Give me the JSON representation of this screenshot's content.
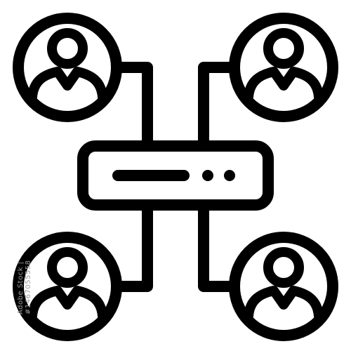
{
  "icon": {
    "name": "network-users-server-icon",
    "stroke_color": "#000000",
    "background_color": "#ffffff",
    "users": [
      "top-left",
      "top-right",
      "bottom-left",
      "bottom-right"
    ],
    "server_indicator_dots": 2
  },
  "watermark": {
    "side_text": "Adobe Stock | #1467055558"
  }
}
